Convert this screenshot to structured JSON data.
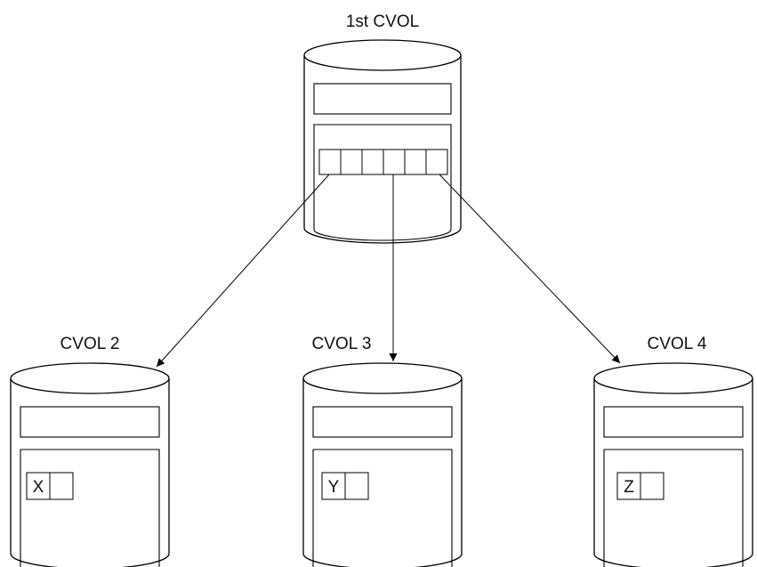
{
  "volumes": {
    "primary": {
      "label": "1st CVOL"
    },
    "cvol2": {
      "label": "CVOL 2",
      "entry": "X"
    },
    "cvol3": {
      "label": "CVOL 3",
      "entry": "Y"
    },
    "cvol4": {
      "label": "CVOL 4",
      "entry": "Z"
    }
  },
  "colors": {
    "line": "#000000",
    "background": "#ffffff"
  }
}
